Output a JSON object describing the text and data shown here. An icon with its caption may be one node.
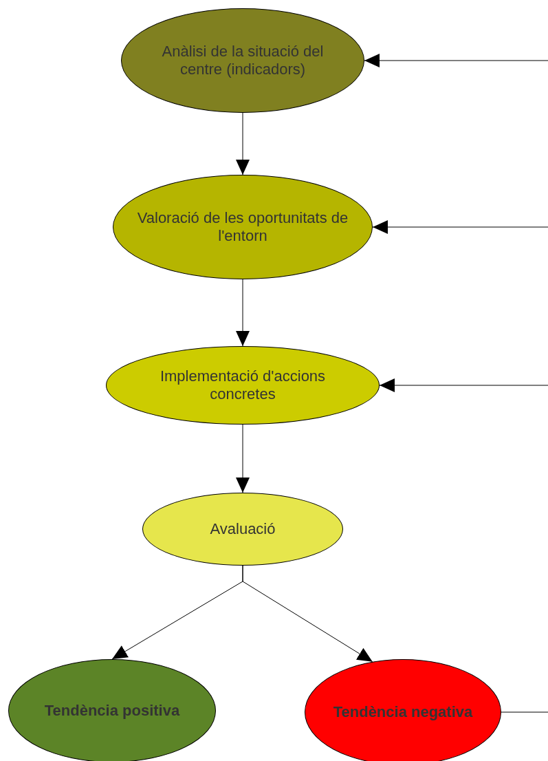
{
  "diagram": {
    "nodes": [
      {
        "text": [
          "Anàlisi de la situació del centre (indicadors)"
        ]
      },
      {
        "text": [
          "Valoració de les oportunitats de l'entorn"
        ]
      },
      {
        "text": [
          "Implementació d'accions concretes"
        ]
      },
      {
        "text": [
          "Avaluació"
        ]
      },
      {
        "text": [
          "Tendència positiva"
        ]
      },
      {
        "text": [
          "Tendència negativa"
        ]
      }
    ],
    "edges": [
      {
        "from": 0,
        "to": 1,
        "arrow": "to"
      },
      {
        "from": 1,
        "to": 2,
        "arrow": "to"
      },
      {
        "from": 2,
        "to": 3,
        "arrow": "to"
      },
      {
        "from": 3,
        "to": 4,
        "arrow": "to"
      },
      {
        "from": 3,
        "to": 5,
        "arrow": "to"
      },
      {
        "from": null,
        "to": 0,
        "arrow": "to"
      },
      {
        "from": null,
        "to": 1,
        "arrow": "to"
      },
      {
        "from": null,
        "to": 2,
        "arrow": "to"
      },
      {
        "from": 5,
        "to": null,
        "arrow": "none"
      }
    ]
  }
}
